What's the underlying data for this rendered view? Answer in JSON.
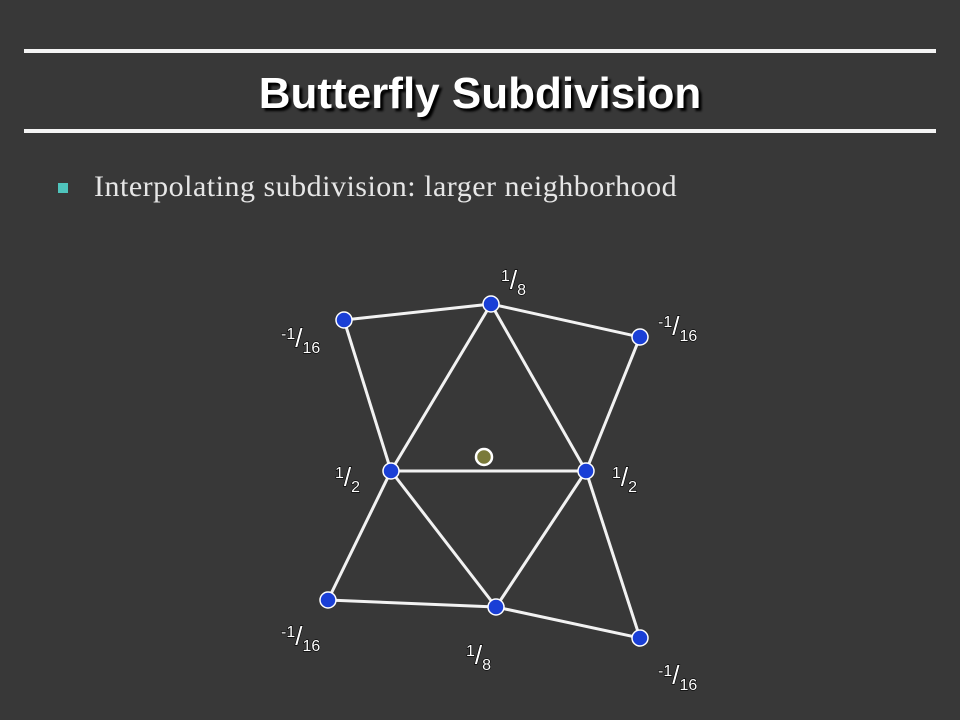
{
  "slide": {
    "title": "Butterfly Subdivision",
    "bullet": "Interpolating subdivision: larger neighborhood"
  },
  "colors": {
    "background": "#383838",
    "rule": "#f4f4f4",
    "bullet_marker": "#4fc4bc",
    "edge": "#f2f2f2",
    "vertex_fill": "#1a3fd6",
    "new_vertex_fill": "#7a7a3a"
  },
  "icons": {
    "bullet_marker": "square-bullet-icon"
  },
  "diagram": {
    "weights": [
      {
        "id": "top",
        "num": "1",
        "den": "8"
      },
      {
        "id": "upper-left",
        "num": "-1",
        "den": "16"
      },
      {
        "id": "upper-right",
        "num": "-1",
        "den": "16"
      },
      {
        "id": "mid-left",
        "num": "1",
        "den": "2"
      },
      {
        "id": "mid-right",
        "num": "1",
        "den": "2"
      },
      {
        "id": "lower-left",
        "num": "-1",
        "den": "16"
      },
      {
        "id": "bottom",
        "num": "1",
        "den": "8"
      },
      {
        "id": "lower-right",
        "num": "-1",
        "den": "16"
      }
    ]
  }
}
